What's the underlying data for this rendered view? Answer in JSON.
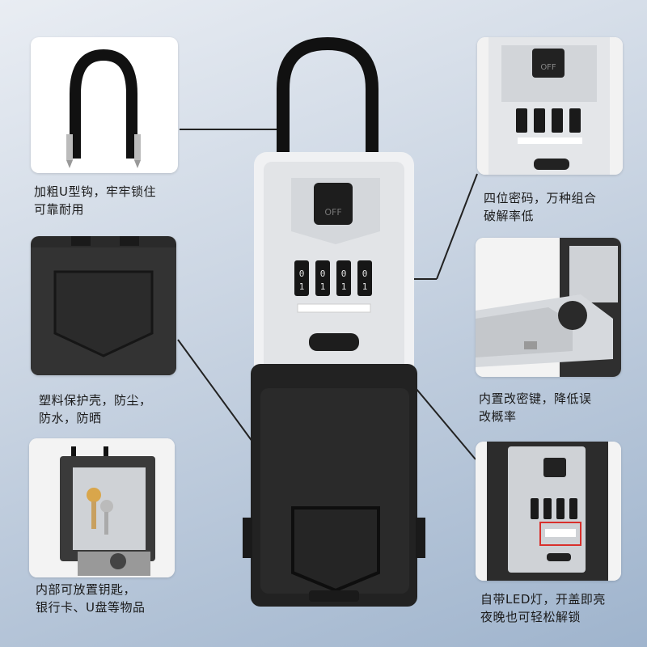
{
  "features": {
    "shackle": {
      "line1": "加粗U型钩，牢牢锁住",
      "line2": "可靠耐用"
    },
    "combination": {
      "line1": "四位密码，万种组合",
      "line2": "破解率低"
    },
    "cover": {
      "line1": "塑料保护壳，防尘，",
      "line2": "防水，防晒"
    },
    "reset": {
      "line1": "内置改密键，降低误",
      "line2": "改概率"
    },
    "storage": {
      "line1": "内部可放置钥匙，",
      "line2": "银行卡、U盘等物品"
    },
    "led": {
      "line1": "自带LED灯，开盖即亮",
      "line2": "夜晚也可轻松解锁"
    }
  },
  "lock": {
    "knob_label": "OFF",
    "dial_digits": [
      "0",
      "0",
      "0",
      "0"
    ],
    "dial_digits_below": [
      "1",
      "1",
      "1",
      "1"
    ]
  },
  "colors": {
    "body_black": "#1e1e1e",
    "face_silver": "#e6e8ea",
    "highlight_red": "#d9302c"
  }
}
